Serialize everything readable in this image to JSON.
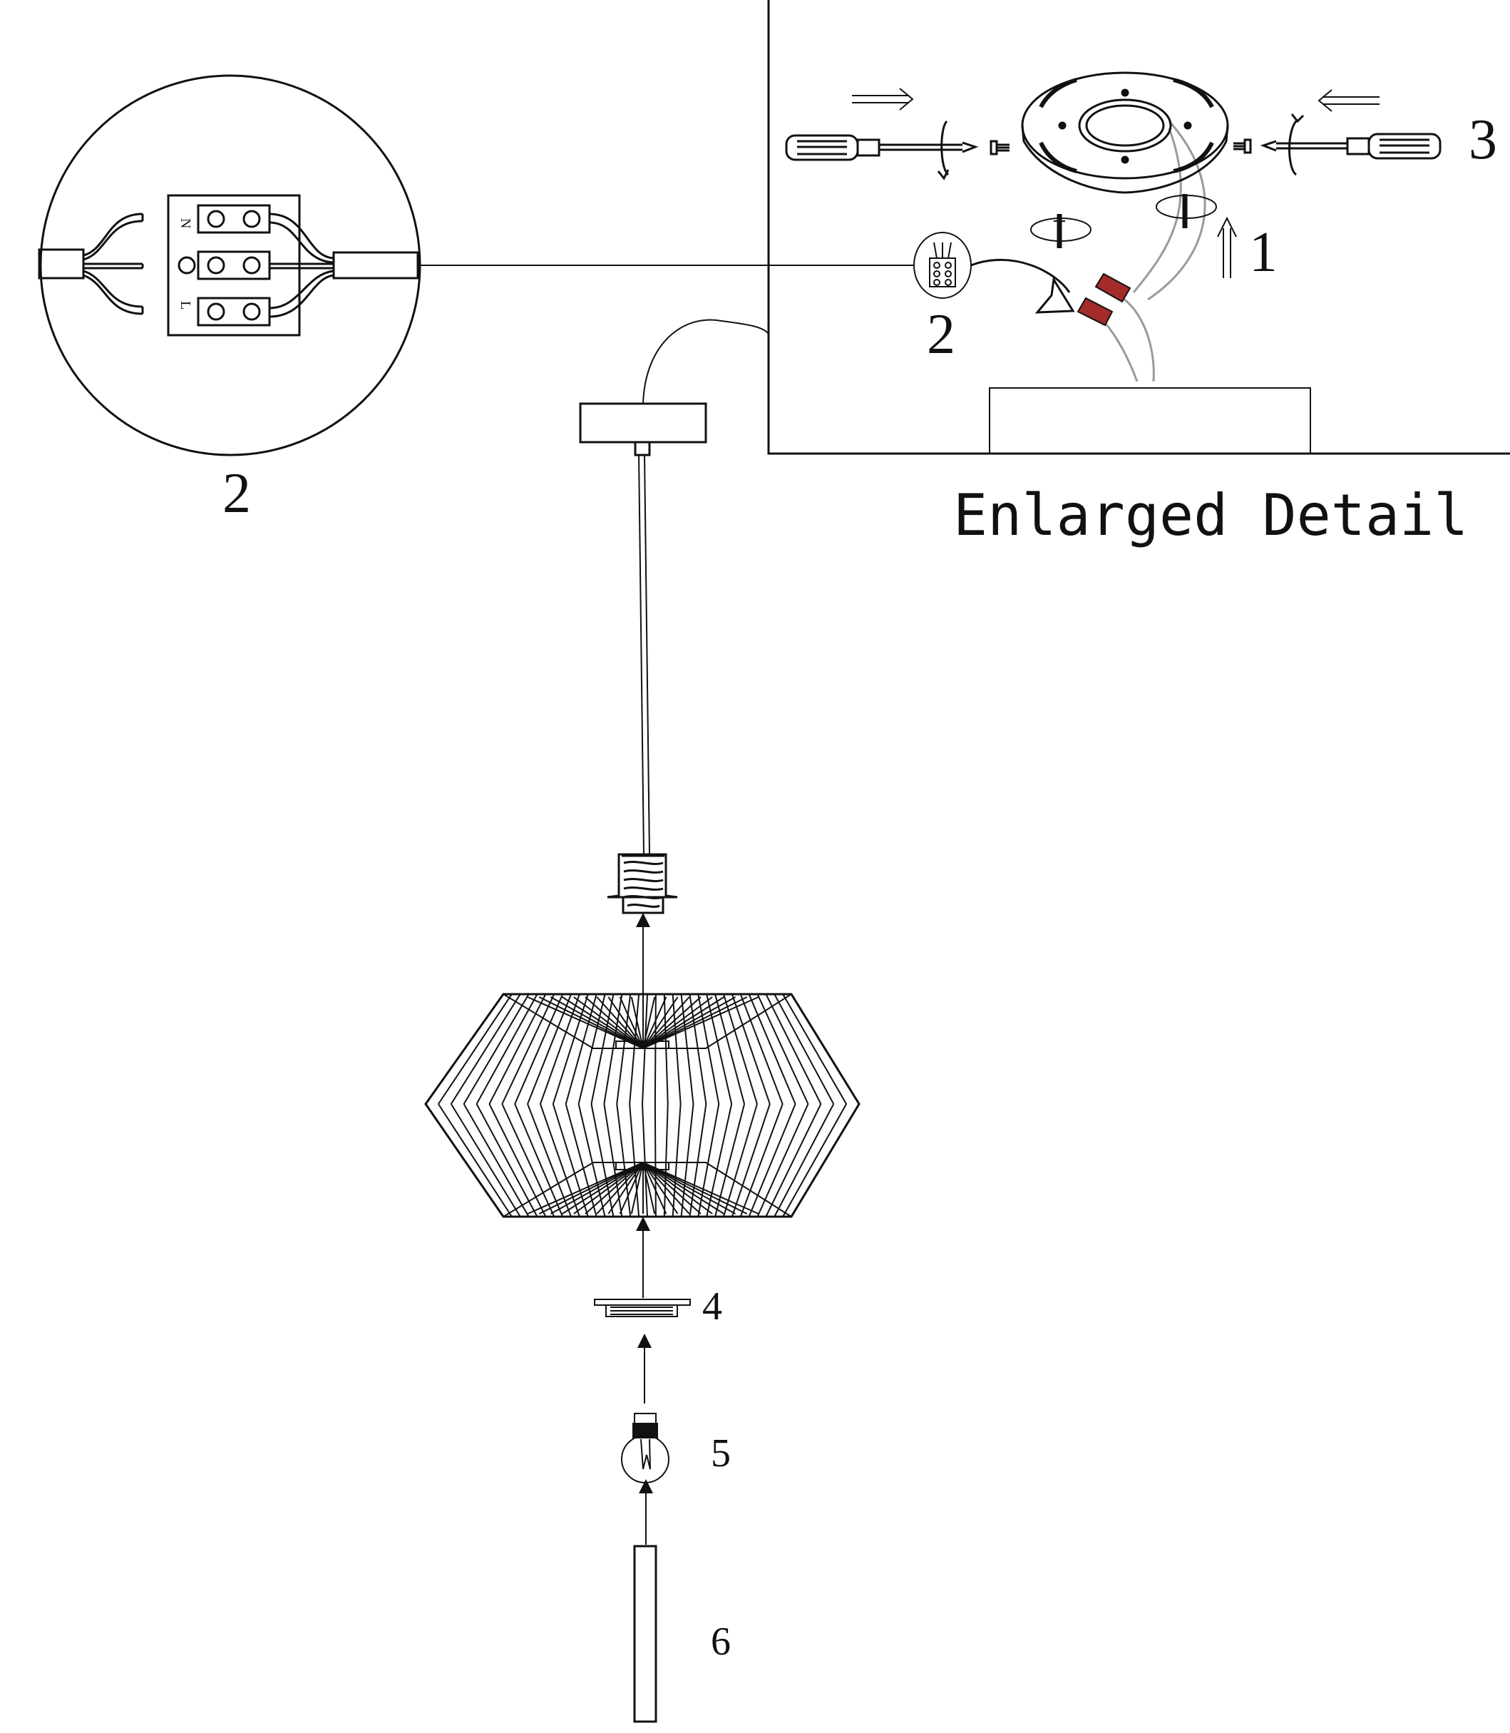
{
  "labels": {
    "step1": "1",
    "step2_zoom": "2",
    "step2_detail": "2",
    "step3": "3",
    "step4": "4",
    "step5": "5",
    "step6": "6",
    "enlarged_detail": "Enlarged Detail"
  },
  "terminal_block": {
    "n": "N",
    "ground": "O",
    "l": "L"
  },
  "colors": {
    "line": "#111111",
    "wire_nut": "#a52a2a",
    "wire_gray": "#9a9a9a"
  }
}
